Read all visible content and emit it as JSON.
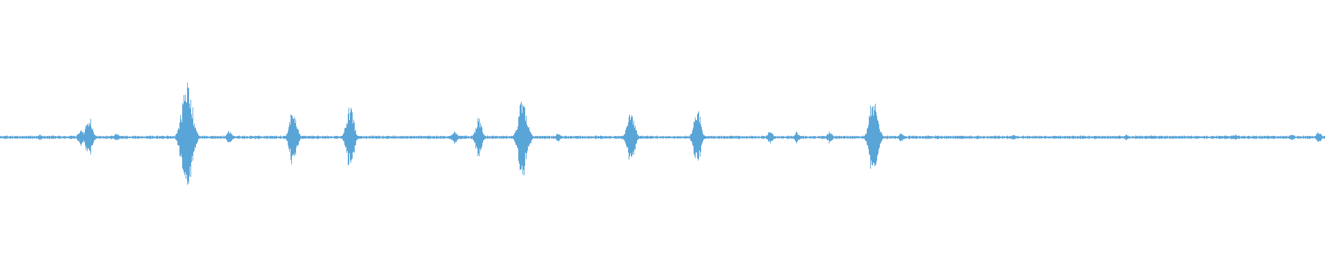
{
  "waveform": {
    "color": "#5aa5d8",
    "background": "#ffffff",
    "baseline_amplitude": 0.012,
    "peaks": [
      {
        "t": 0.03,
        "a": 0.02
      },
      {
        "t": 0.061,
        "a": 0.07
      },
      {
        "t": 0.067,
        "a": 0.16
      },
      {
        "t": 0.088,
        "a": 0.03
      },
      {
        "t": 0.141,
        "a": 0.45
      },
      {
        "t": 0.143,
        "a": 0.22
      },
      {
        "t": 0.173,
        "a": 0.05
      },
      {
        "t": 0.221,
        "a": 0.22
      },
      {
        "t": 0.264,
        "a": 0.23
      },
      {
        "t": 0.343,
        "a": 0.05
      },
      {
        "t": 0.361,
        "a": 0.14
      },
      {
        "t": 0.394,
        "a": 0.3
      },
      {
        "t": 0.398,
        "a": 0.1
      },
      {
        "t": 0.421,
        "a": 0.03
      },
      {
        "t": 0.476,
        "a": 0.22
      },
      {
        "t": 0.526,
        "a": 0.2
      },
      {
        "t": 0.581,
        "a": 0.05
      },
      {
        "t": 0.601,
        "a": 0.04
      },
      {
        "t": 0.626,
        "a": 0.04
      },
      {
        "t": 0.659,
        "a": 0.3
      },
      {
        "t": 0.662,
        "a": 0.12
      },
      {
        "t": 0.68,
        "a": 0.03
      },
      {
        "t": 0.765,
        "a": 0.02
      },
      {
        "t": 0.85,
        "a": 0.02
      },
      {
        "t": 0.869,
        "a": 0.015
      },
      {
        "t": 0.925,
        "a": 0.015
      },
      {
        "t": 0.932,
        "a": 0.02
      },
      {
        "t": 0.975,
        "a": 0.025
      },
      {
        "t": 0.995,
        "a": 0.04
      }
    ]
  }
}
